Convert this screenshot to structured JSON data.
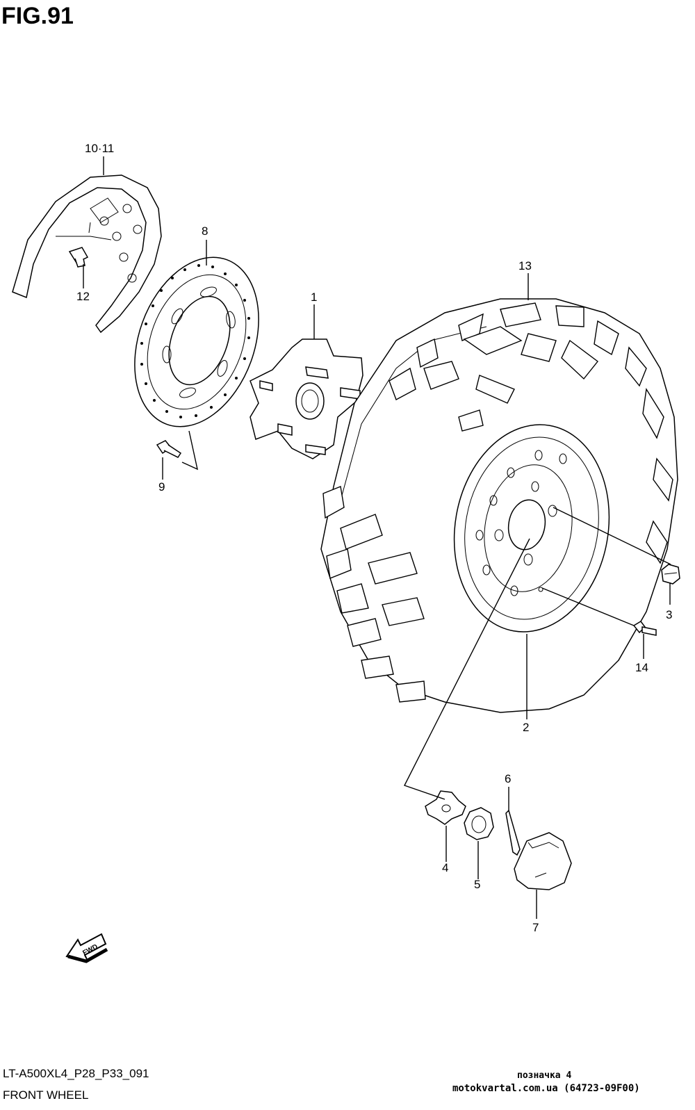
{
  "figure": {
    "title": "FIG.91",
    "model_code": "LT-A500XL4_P28_P33_091",
    "section_name": "FRONT WHEEL",
    "footer_label": "позначка 4",
    "footer_site": "motokvartal.com.ua (64723-09F00)",
    "fwd_label": "FWD"
  },
  "callouts": [
    "10·11",
    "8",
    "12",
    "13",
    "1",
    "9",
    "3",
    "14",
    "2",
    "6",
    "4",
    "5",
    "7"
  ]
}
